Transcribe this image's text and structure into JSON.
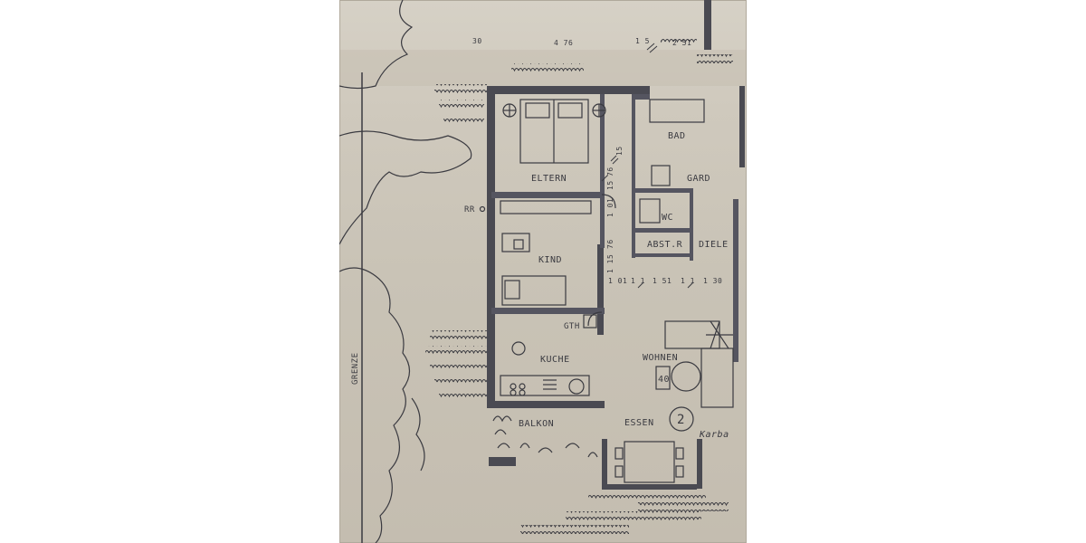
{
  "rooms": {
    "eltern": "ELTERN",
    "kind": "KIND",
    "kuche": "KUCHE",
    "bad": "BAD",
    "gard": "GARD",
    "wc": "WC",
    "abstr": "ABST.R",
    "diele": "DIELE",
    "wohnen": "WOHNEN",
    "essen": "ESSEN",
    "balkon": "BALKON",
    "gth": "GTH"
  },
  "labels": {
    "grenze": "GRENZE",
    "rr": "RR",
    "unit_number": "2",
    "wohnen_area": "40",
    "handwriting": "Karba"
  },
  "dimensions": {
    "top": [
      "30",
      "4 76",
      "1 5",
      "2 51"
    ],
    "right_col": [
      "15",
      "76",
      "15",
      "1 01",
      "76",
      "1 15"
    ],
    "bottom_row": [
      "1 01",
      "1 1",
      "1 51",
      "1 1",
      "1 30"
    ]
  },
  "colors": {
    "paper": "#cfc9bd",
    "ink": "#3a3a40"
  }
}
